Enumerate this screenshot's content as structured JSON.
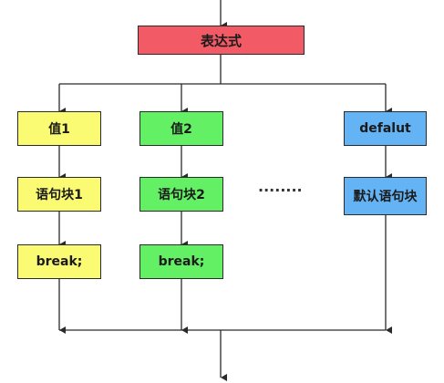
{
  "diagram": {
    "expression": "表达式",
    "case1": {
      "value": "值1",
      "block": "语句块1",
      "break": "break;"
    },
    "case2": {
      "value": "值2",
      "block": "语句块2",
      "break": "break;"
    },
    "ellipsis": "........",
    "default_case": {
      "label": "defalut",
      "block": "默认语句块"
    }
  },
  "colors": {
    "expression": "#f25a66",
    "case1": "#fafa73",
    "case2": "#64f064",
    "default": "#64b4f5",
    "line": "#2b2b2b"
  }
}
